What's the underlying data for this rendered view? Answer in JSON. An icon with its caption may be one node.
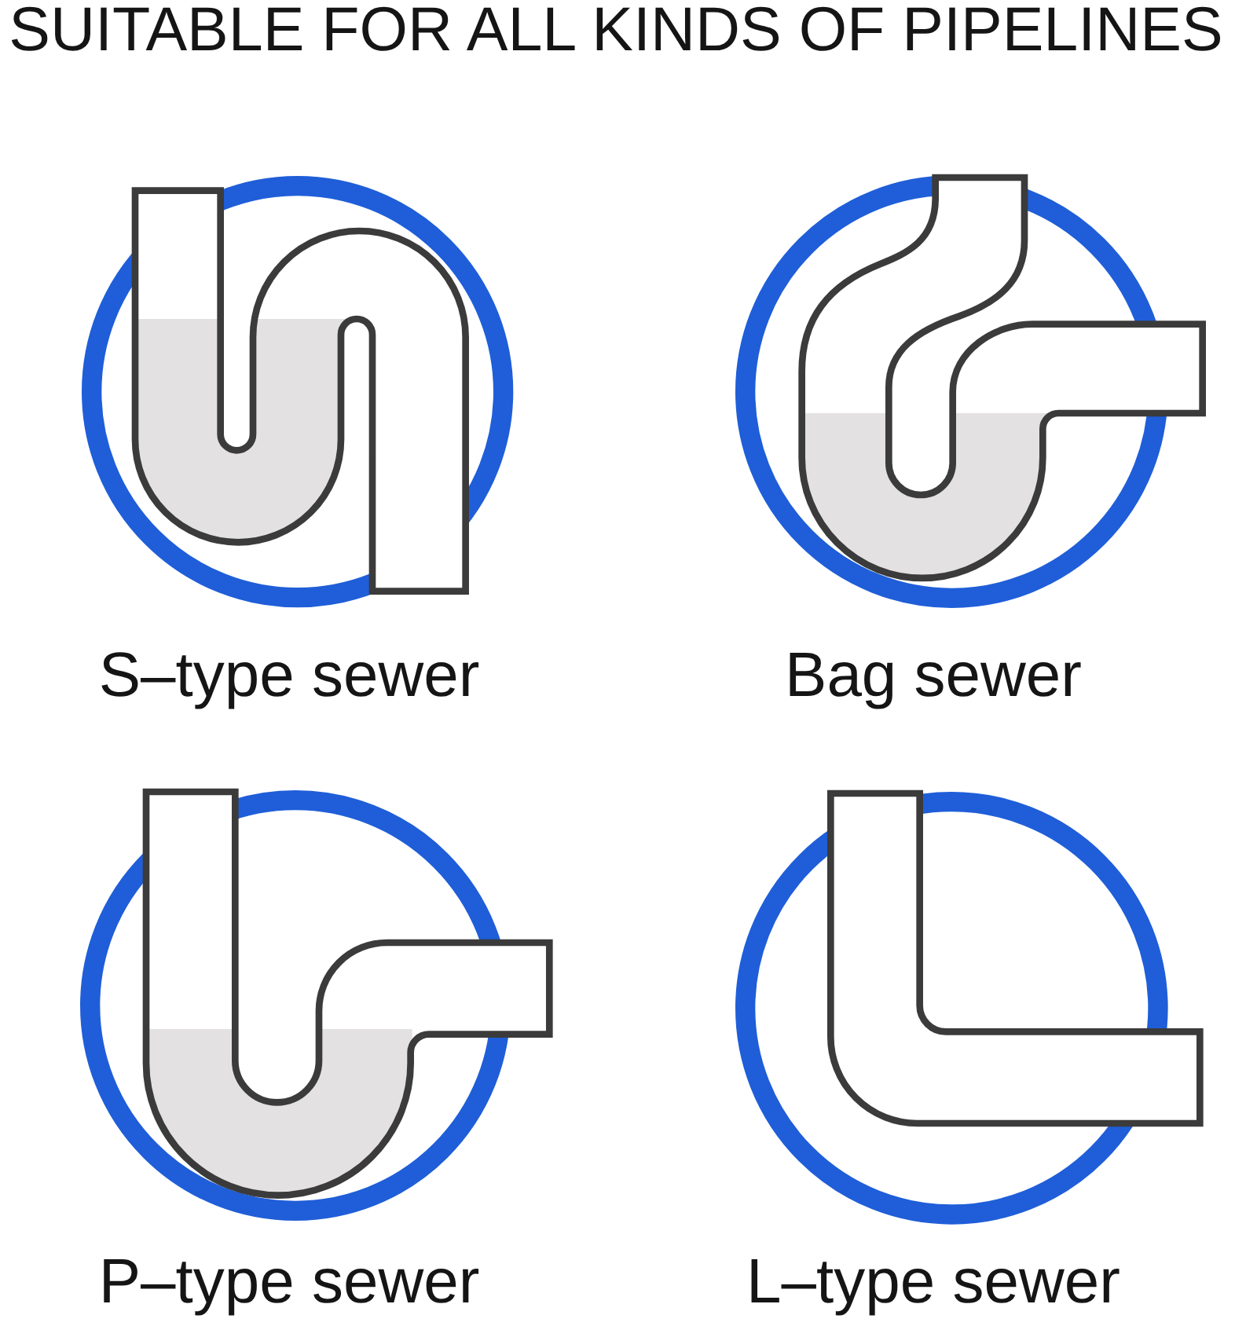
{
  "diagram": {
    "title": "SUITABLE FOR ALL KINDS OF PIPELINES",
    "nodes": [
      {
        "text": [],
        "shape": "picture",
        "beside": [
          "S–type sewer"
        ]
      },
      {
        "text": [],
        "shape": "picture",
        "beside": [
          "Bag sewer"
        ]
      },
      {
        "text": [],
        "shape": "picture",
        "beside": [
          "P–type sewer"
        ]
      },
      {
        "text": [],
        "shape": "picture",
        "beside": [
          "L–type sewer"
        ]
      }
    ]
  }
}
